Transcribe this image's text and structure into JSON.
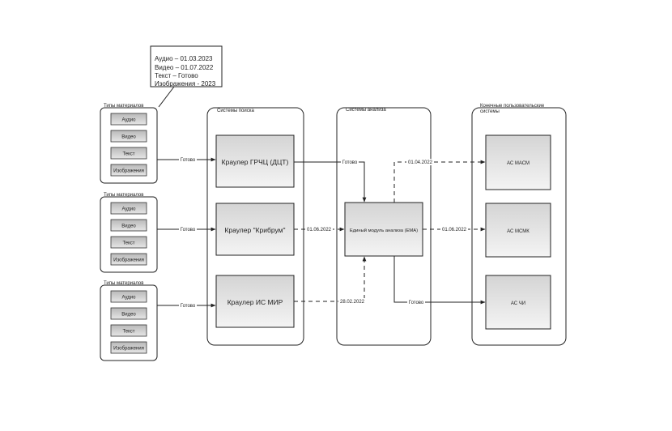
{
  "note": {
    "lines": [
      "Аудио – 01.03.2023",
      "Видео – 01.07.2022",
      "Текст – Готово",
      "Изображения - 2023"
    ]
  },
  "material_groups": [
    {
      "title": "Типы материалов",
      "items": [
        "Аудио",
        "Видео",
        "Текст",
        "Изображения"
      ]
    },
    {
      "title": "Типы материалов",
      "items": [
        "Аудио",
        "Видео",
        "Текст",
        "Изображения"
      ]
    },
    {
      "title": "Типы материалов",
      "items": [
        "Аудио",
        "Видео",
        "Текст",
        "Изображения"
      ]
    }
  ],
  "search_systems": {
    "title": "Системы поиска",
    "crawlers": [
      "Краулер ГРЧЦ (ДЦТ)",
      "Краулер \"Крибрум\"",
      "Краулер ИС МИР"
    ]
  },
  "analysis_systems": {
    "title": "Системы анализа",
    "module": "Единый модуль анализа (ЕМА)"
  },
  "end_systems": {
    "title_line1": "Конечные пользовательские",
    "title_line2": "системы",
    "items": [
      "АС МАСМ",
      "АС МСМК",
      "АС ЧИ"
    ]
  },
  "edge_labels": {
    "g1_to_c1": "Готово",
    "g2_to_c2": "Готово",
    "g3_to_c3": "Готово",
    "c1_to_ema": "Готово",
    "c2_to_ema": "01.06.2022",
    "c3_to_ema": "28.02.2022",
    "ema_to_masm": "01.04.2022",
    "ema_to_msmk": "01.06.2022",
    "ema_to_chi": "Готово"
  }
}
